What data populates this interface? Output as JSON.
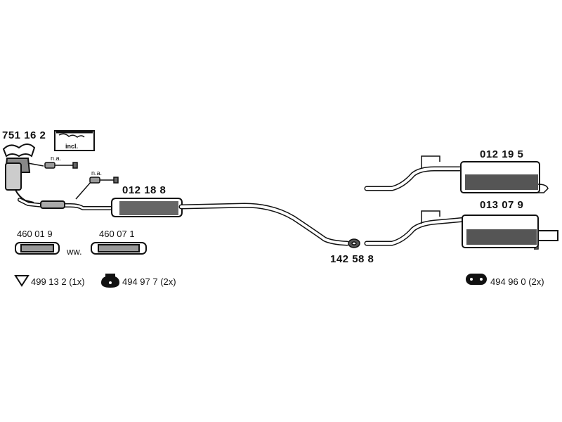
{
  "parts": {
    "catalytic_converter": "751 16 2",
    "incl_label": "incl.",
    "na_label_1": "n.a.",
    "na_label_2": "n.a.",
    "front_muffler": "012 18 8",
    "rear_muffler_a": "012 19 5",
    "rear_muffler_b": "013 07 9",
    "clamp": "142 58 8",
    "flex_pipe_a": "460 01 9",
    "flex_pipe_b": "460 07 1",
    "ww_label": "ww."
  },
  "legend": {
    "gasket": "499 13 2 (1x)",
    "rubber_mount": "494 97 7 (2x)",
    "hanger_ring": "494 96 0 (2x)"
  }
}
